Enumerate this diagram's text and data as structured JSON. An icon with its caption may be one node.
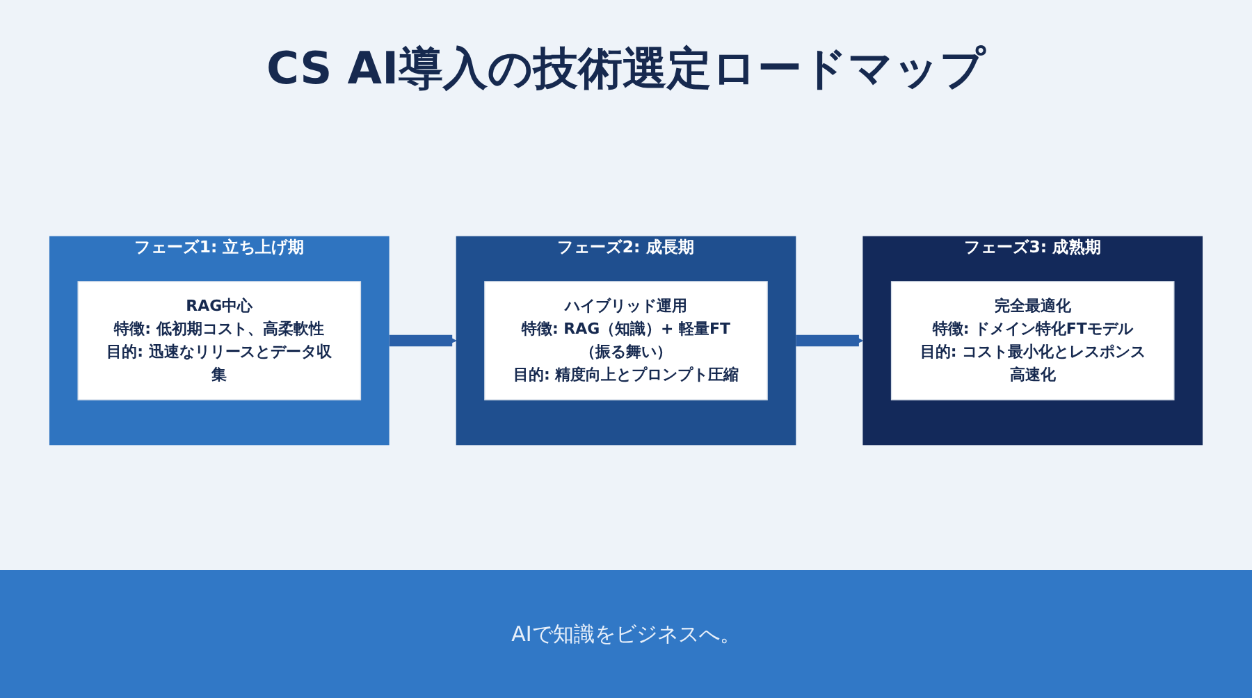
{
  "diagram": {
    "title": "CS AI導入の技術選定ロードマップ",
    "nodes": [
      {
        "text": [
          "フェーズ1: 立ち上げ期"
        ]
      },
      {
        "text": [
          "RAG中心",
          "特徴: 低初期コスト、高柔軟性",
          "目的: 迅速なリリースとデータ収集"
        ],
        "in": 0
      },
      {
        "text": [
          "フェーズ2: 成長期"
        ]
      },
      {
        "text": [
          "ハイブリッド運用",
          "特徴: RAG（知識）+ 軽量FT（振る舞い）",
          "目的: 精度向上とプロンプト圧縮"
        ],
        "in": 2
      },
      {
        "text": [
          "フェーズ3: 成熟期"
        ]
      },
      {
        "text": [
          "完全最適化",
          "特徴: ドメイン特化FTモデル",
          "目的: コスト最小化とレスポンス高速化"
        ],
        "in": 4
      }
    ],
    "edges": [
      {
        "from": 0,
        "to": 2,
        "arrow": "to"
      },
      {
        "from": 2,
        "to": 4,
        "arrow": "to"
      }
    ],
    "labels": [
      "AIで知識をビジネスへ。"
    ]
  }
}
